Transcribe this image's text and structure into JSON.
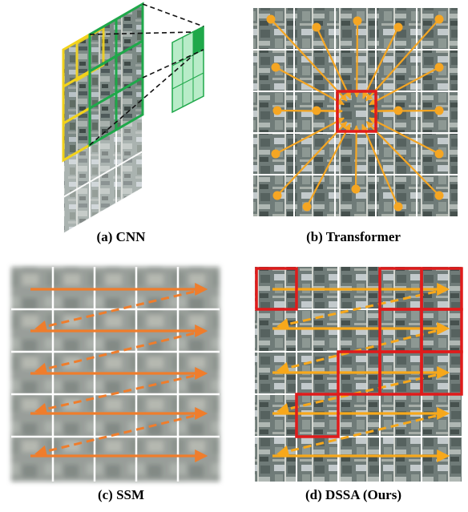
{
  "figure": {
    "panels": [
      {
        "id": "a",
        "caption": "(a) CNN"
      },
      {
        "id": "b",
        "caption": "(b) Transformer"
      },
      {
        "id": "c",
        "caption": "(c) SSM"
      },
      {
        "id": "d",
        "caption": "(d) DSSA (Ours)"
      }
    ],
    "colors": {
      "cnn_green": "#1fa84a",
      "cnn_light_green": "#b8ecc8",
      "cnn_yellow": "#f2d21b",
      "transformer_orange": "#f5a623",
      "transformer_red": "#e01b1b",
      "ssm_orange": "#ef7d2c",
      "dssa_orange": "#f7a81b",
      "dssa_red": "#e01b1b",
      "grid_white": "#ffffff"
    }
  }
}
